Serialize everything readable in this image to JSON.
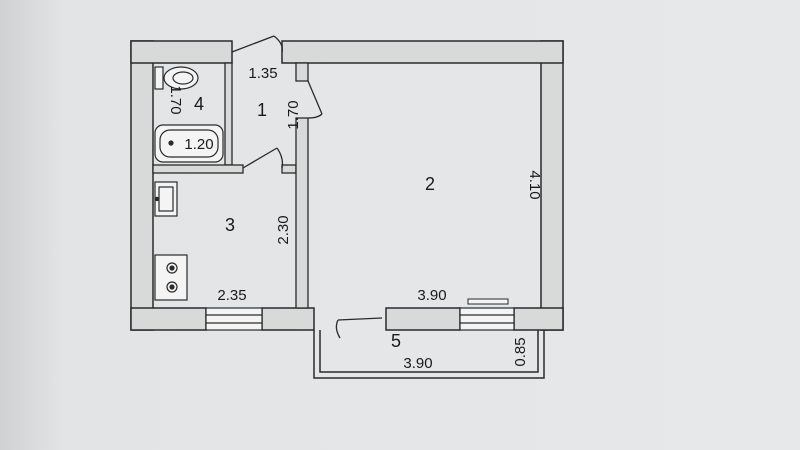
{
  "rooms": [
    {
      "id": "hall",
      "number": "1"
    },
    {
      "id": "living",
      "number": "2"
    },
    {
      "id": "kitchen",
      "number": "3"
    },
    {
      "id": "bathroom",
      "number": "4"
    },
    {
      "id": "balcony",
      "number": "5"
    }
  ],
  "dimensions": {
    "hall_width": "1.35",
    "hall_depth": "1.70",
    "bath_depth": "1.70",
    "bath_width": "1.20",
    "living_depth": "4.10",
    "living_width": "3.90",
    "kitchen_depth": "2.30",
    "kitchen_width": "2.35",
    "balcony_width": "3.90",
    "balcony_depth": "0.85"
  },
  "colors": {
    "wall": "#d8d9d9",
    "line": "#2a2a2a",
    "paper": "#e4e6e8"
  }
}
